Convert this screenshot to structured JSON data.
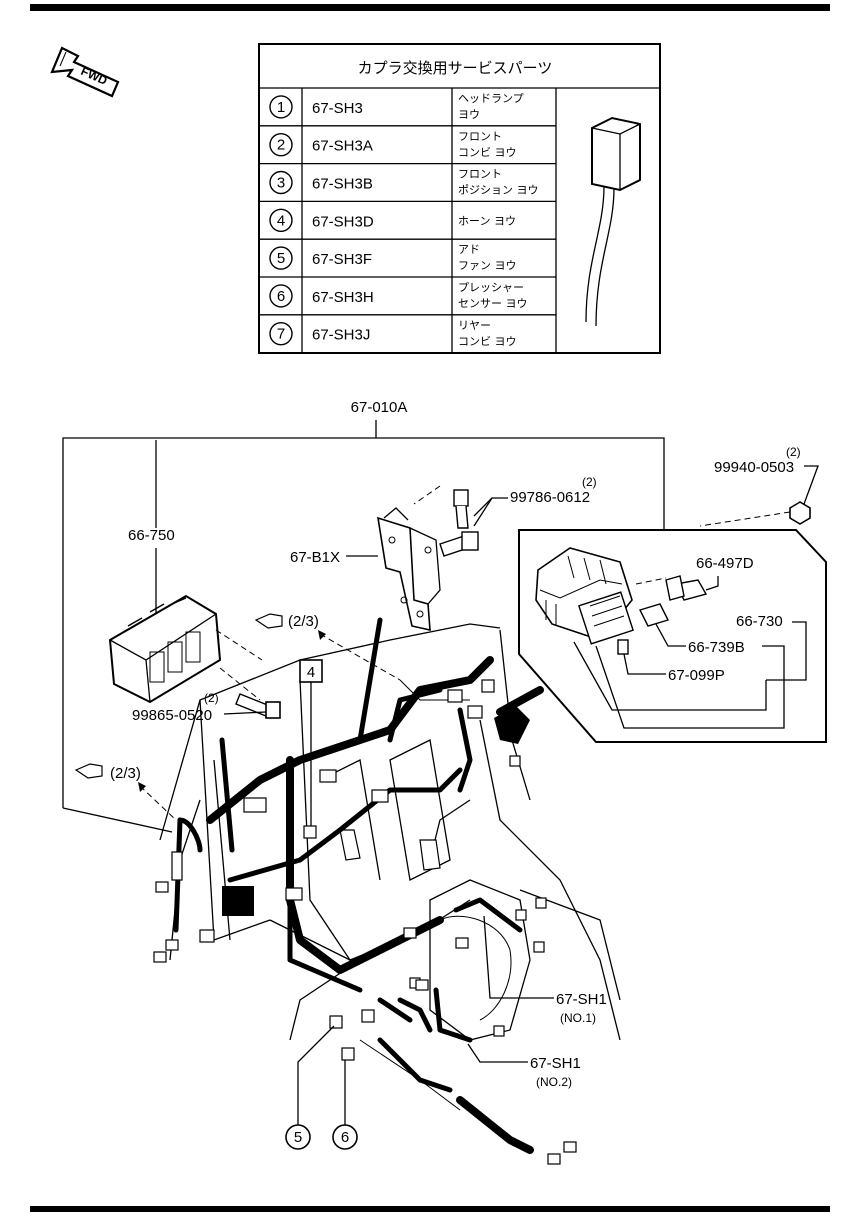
{
  "table": {
    "title": "カプラ交換用サービスパーツ",
    "rows": [
      {
        "num": "1",
        "part": "67-SH3",
        "desc1": "ヘッドランプ",
        "desc2": "ヨウ"
      },
      {
        "num": "2",
        "part": "67-SH3A",
        "desc1": "フロント",
        "desc2": "コンビ ヨウ"
      },
      {
        "num": "3",
        "part": "67-SH3B",
        "desc1": "フロント",
        "desc2": "ポジション ヨウ"
      },
      {
        "num": "4",
        "part": "67-SH3D",
        "desc1": "ホーン ヨウ",
        "desc2": ""
      },
      {
        "num": "5",
        "part": "67-SH3F",
        "desc1": "アド",
        "desc2": "ファン ヨウ"
      },
      {
        "num": "6",
        "part": "67-SH3H",
        "desc1": "プレッシャー",
        "desc2": "センサー ヨウ"
      },
      {
        "num": "7",
        "part": "67-SH3J",
        "desc1": "リヤー",
        "desc2": "コンビ ヨウ"
      }
    ]
  },
  "fwd_label": "FWD",
  "labels": {
    "main_harness": "67-010A",
    "p66_750": "66-750",
    "p67_b1x": "67-B1X",
    "p99786": "99786-0612",
    "qty_99786": "(2)",
    "p99940": "99940-0503",
    "qty_99940": "(2)",
    "p99865": "99865-0520",
    "qty_99865": "(2)",
    "p66_497d": "66-497D",
    "p66_730": "66-730",
    "p66_739b": "66-739B",
    "p67_099p": "67-099P",
    "ref_a": "(2/3)",
    "ref_b": "(2/3)",
    "p67_sh1_a": "67-SH1",
    "no1": "(NO.1)",
    "p67_sh1_b": "67-SH1",
    "no2": "(NO.2)",
    "callout_4": "4",
    "callout_5": "5",
    "callout_6": "6"
  }
}
